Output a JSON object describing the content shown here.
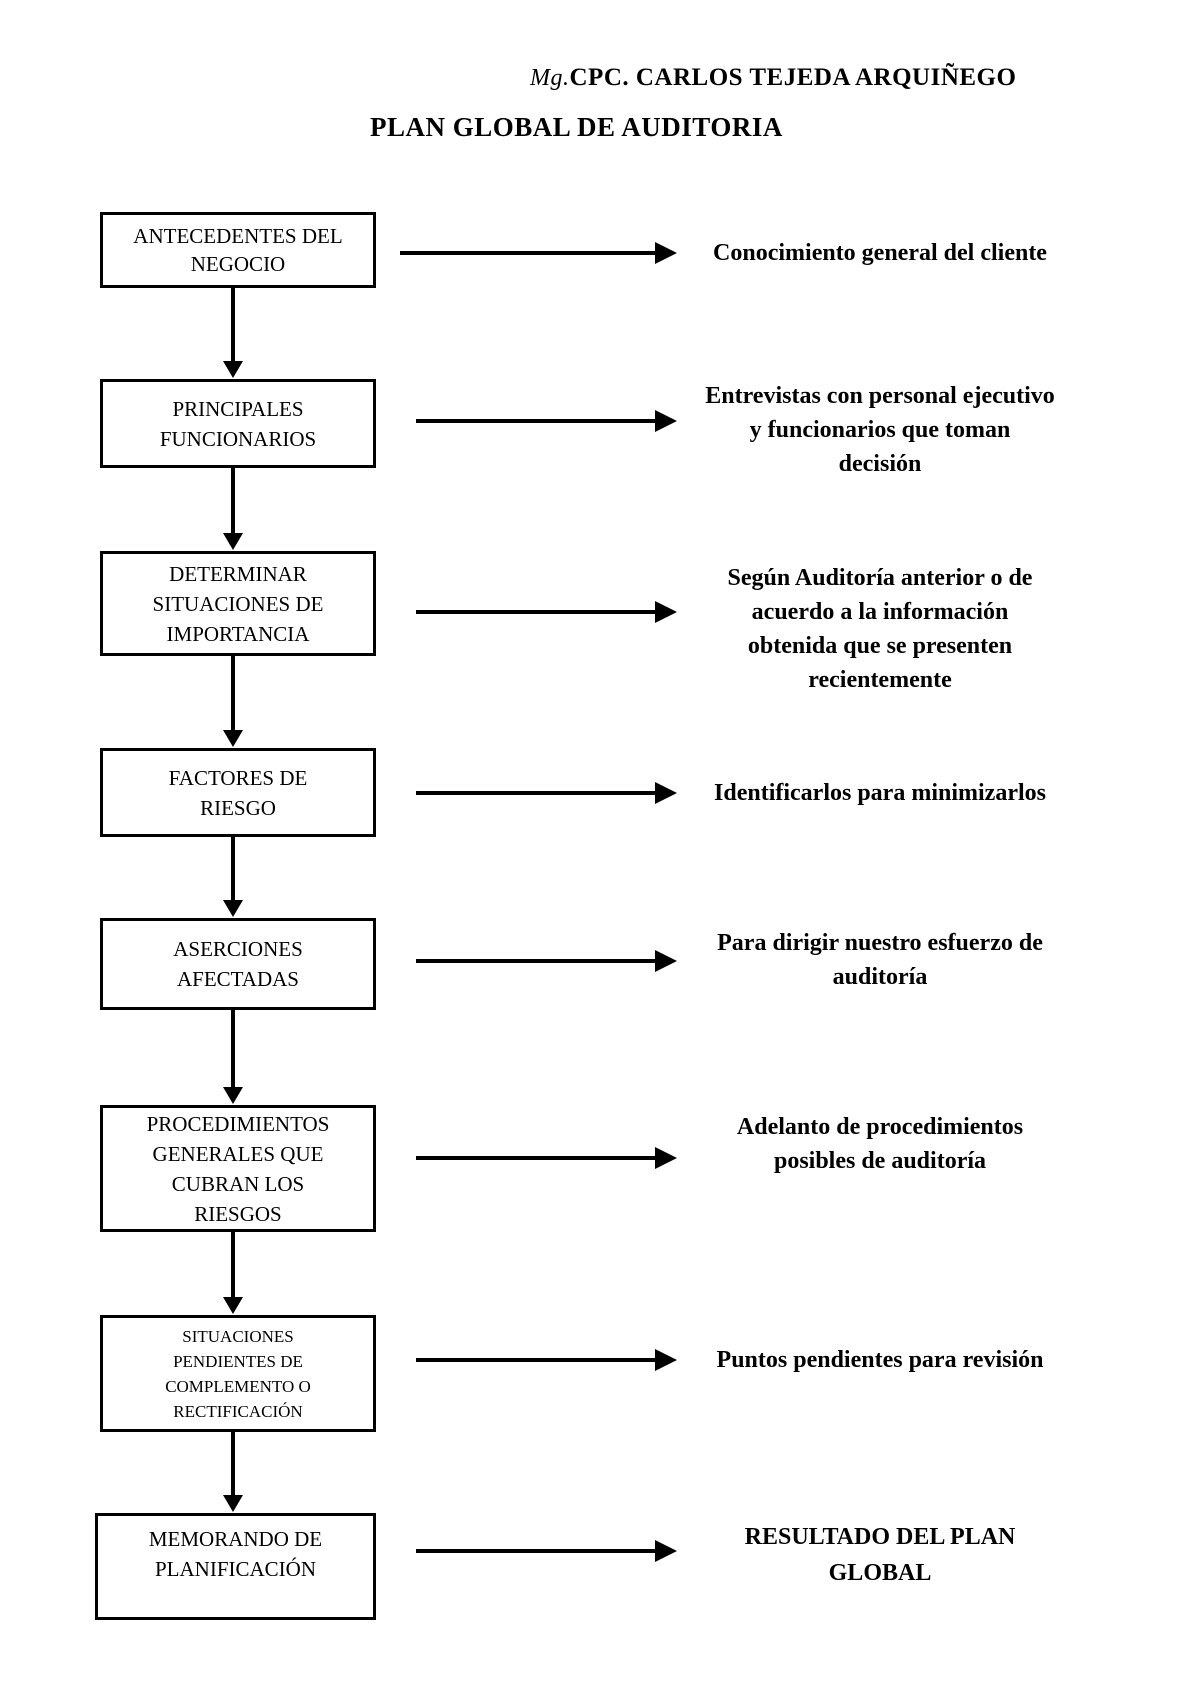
{
  "header": {
    "author_prefix": "Mg.",
    "author_name": "CPC. CARLOS TEJEDA ARQUIÑEGO",
    "title": "PLAN GLOBAL DE AUDITORIA"
  },
  "colors": {
    "ink": "#000000",
    "background": "#ffffff"
  },
  "flowchart": {
    "steps": [
      {
        "box": "ANTECEDENTES DEL\nNEGOCIO",
        "note": "Conocimiento general del cliente"
      },
      {
        "box": "PRINCIPALES\nFUNCIONARIOS",
        "note": "Entrevistas con personal ejecutivo\ny funcionarios  que toman\ndecisión"
      },
      {
        "box": "DETERMINAR\nSITUACIONES DE\nIMPORTANCIA",
        "note": "Según Auditoría anterior o de\nacuerdo a la información\nobtenida que se presenten\nrecientemente"
      },
      {
        "box": "FACTORES DE\nRIESGO",
        "note": "Identificarlos para  minimizarlos"
      },
      {
        "box": "ASERCIONES\nAFECTADAS",
        "note": "Para dirigir nuestro esfuerzo de\nauditoría"
      },
      {
        "box": "PROCEDIMIENTOS\nGENERALES QUE\nCUBRAN LOS\nRIESGOS",
        "note": "Adelanto de procedimientos\nposibles de auditoría"
      },
      {
        "box": "SITUACIONES\nPENDIENTES DE\nCOMPLEMENTO O\nRECTIFICACIÓN",
        "note": "Puntos pendientes para revisión"
      },
      {
        "box": "MEMORANDO DE\nPLANIFICACIÓN",
        "note": "RESULTADO DEL PLAN\nGLOBAL"
      }
    ]
  }
}
